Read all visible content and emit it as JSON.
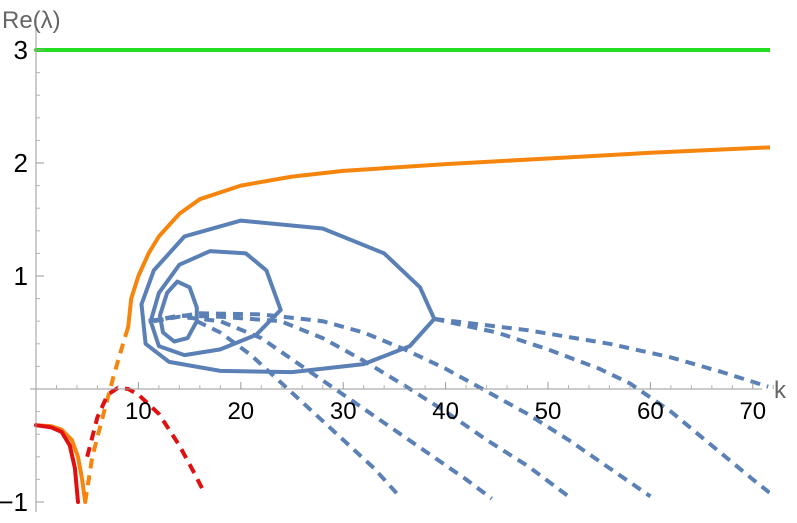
{
  "chart_data": {
    "type": "line",
    "xlabel": "k",
    "ylabel": "Re(λ)",
    "xlim": [
      0,
      72
    ],
    "ylim": [
      -1,
      3
    ],
    "x_ticks": [
      10,
      20,
      30,
      40,
      50,
      60,
      70
    ],
    "y_ticks": [
      -1,
      1,
      2,
      3
    ],
    "grid": false,
    "legend": "none",
    "series": [
      {
        "color": "#22dd22",
        "style": "solid",
        "points": [
          [
            0,
            3
          ],
          [
            72,
            3
          ]
        ]
      },
      {
        "color": "#f6850d",
        "style": "solid",
        "points": [
          [
            9.0,
            0.55
          ],
          [
            9.3,
            0.8
          ],
          [
            10,
            1.0
          ],
          [
            11,
            1.2
          ],
          [
            12,
            1.35
          ],
          [
            14,
            1.55
          ],
          [
            16,
            1.68
          ],
          [
            20,
            1.8
          ],
          [
            25,
            1.88
          ],
          [
            30,
            1.93
          ],
          [
            40,
            1.99
          ],
          [
            50,
            2.04
          ],
          [
            60,
            2.09
          ],
          [
            72,
            2.14
          ]
        ]
      },
      {
        "color": "#f6850d",
        "style": "solid",
        "points": [
          [
            0,
            -0.32
          ],
          [
            1.5,
            -0.33
          ],
          [
            2.5,
            -0.36
          ],
          [
            3.5,
            -0.45
          ],
          [
            4.1,
            -0.6
          ],
          [
            4.5,
            -0.8
          ],
          [
            4.8,
            -1.0
          ]
        ]
      },
      {
        "color": "#f6850d",
        "style": "dashed",
        "points": [
          [
            4.8,
            -1.0
          ],
          [
            5.5,
            -0.6
          ],
          [
            6.5,
            -0.25
          ],
          [
            7.6,
            0.12
          ],
          [
            8.5,
            0.4
          ],
          [
            9.0,
            0.55
          ]
        ]
      },
      {
        "color": "#e01010",
        "style": "solid",
        "points": [
          [
            0,
            -0.32
          ],
          [
            1.5,
            -0.34
          ],
          [
            2.5,
            -0.38
          ],
          [
            3.3,
            -0.5
          ],
          [
            3.8,
            -0.7
          ],
          [
            4.1,
            -1.0
          ]
        ]
      },
      {
        "color": "#e01010",
        "style": "dashed",
        "points": [
          [
            5.0,
            -0.6
          ],
          [
            6.0,
            -0.25
          ],
          [
            7.0,
            -0.05
          ],
          [
            8.0,
            0.01
          ],
          [
            9.0,
            0.0
          ],
          [
            10.0,
            -0.05
          ],
          [
            12.0,
            -0.22
          ],
          [
            14.0,
            -0.5
          ],
          [
            15.5,
            -0.75
          ],
          [
            16.5,
            -0.93
          ]
        ]
      },
      {
        "color": "#5b80b5",
        "style": "solid",
        "points": [
          [
            15.7,
            0.72
          ],
          [
            15.0,
            0.9
          ],
          [
            13.8,
            0.95
          ],
          [
            12.8,
            0.85
          ],
          [
            12.1,
            0.65
          ],
          [
            12.4,
            0.5
          ],
          [
            13.5,
            0.42
          ],
          [
            14.8,
            0.45
          ],
          [
            15.7,
            0.6
          ],
          [
            15.7,
            0.72
          ]
        ]
      },
      {
        "color": "#5b80b5",
        "style": "solid",
        "points": [
          [
            23.9,
            0.7
          ],
          [
            22.5,
            1.05
          ],
          [
            20.5,
            1.2
          ],
          [
            17.0,
            1.22
          ],
          [
            14.0,
            1.1
          ],
          [
            12.0,
            0.85
          ],
          [
            11.2,
            0.6
          ],
          [
            12.0,
            0.38
          ],
          [
            14.5,
            0.3
          ],
          [
            18.0,
            0.35
          ],
          [
            21.5,
            0.48
          ],
          [
            23.9,
            0.7
          ]
        ]
      },
      {
        "color": "#5b80b5",
        "style": "solid",
        "points": [
          [
            38.9,
            0.62
          ],
          [
            37.5,
            0.9
          ],
          [
            34.0,
            1.2
          ],
          [
            28.0,
            1.42
          ],
          [
            20.0,
            1.49
          ],
          [
            14.5,
            1.35
          ],
          [
            11.5,
            1.05
          ],
          [
            10.3,
            0.75
          ],
          [
            10.7,
            0.4
          ],
          [
            13.0,
            0.24
          ],
          [
            18.0,
            0.16
          ],
          [
            25.0,
            0.15
          ],
          [
            32.0,
            0.22
          ],
          [
            36.5,
            0.38
          ],
          [
            38.9,
            0.62
          ]
        ]
      },
      {
        "color": "#5b80b5",
        "style": "dashed",
        "points": [
          [
            15.7,
            0.6
          ],
          [
            18.0,
            0.5
          ],
          [
            21.0,
            0.3
          ],
          [
            24.0,
            0.05
          ],
          [
            27.0,
            -0.2
          ],
          [
            30.0,
            -0.45
          ],
          [
            33.0,
            -0.7
          ],
          [
            35.5,
            -0.95
          ]
        ]
      },
      {
        "color": "#5b80b5",
        "style": "dashed",
        "points": [
          [
            11.5,
            0.6
          ],
          [
            14.0,
            0.64
          ],
          [
            18.0,
            0.6
          ],
          [
            22.0,
            0.45
          ],
          [
            26.0,
            0.2
          ],
          [
            30.0,
            -0.05
          ],
          [
            34.0,
            -0.3
          ],
          [
            38.0,
            -0.55
          ],
          [
            42.0,
            -0.8
          ],
          [
            44.5,
            -0.97
          ]
        ]
      },
      {
        "color": "#5b80b5",
        "style": "dashed",
        "points": [
          [
            11.0,
            0.6
          ],
          [
            14.0,
            0.65
          ],
          [
            18.0,
            0.64
          ],
          [
            23.9,
            0.6
          ],
          [
            28.0,
            0.45
          ],
          [
            32.0,
            0.25
          ],
          [
            36.0,
            0.03
          ],
          [
            40.0,
            -0.2
          ],
          [
            44.0,
            -0.45
          ],
          [
            48.0,
            -0.68
          ],
          [
            52.0,
            -0.95
          ]
        ]
      },
      {
        "color": "#5b80b5",
        "style": "dashed",
        "points": [
          [
            11.0,
            0.6
          ],
          [
            16.0,
            0.67
          ],
          [
            22.0,
            0.66
          ],
          [
            28.0,
            0.6
          ],
          [
            32.0,
            0.5
          ],
          [
            36.0,
            0.35
          ],
          [
            40.0,
            0.18
          ],
          [
            44.0,
            -0.02
          ],
          [
            48.0,
            -0.22
          ],
          [
            52.0,
            -0.45
          ],
          [
            56.0,
            -0.7
          ],
          [
            60.0,
            -0.95
          ]
        ]
      },
      {
        "color": "#5b80b5",
        "style": "dashed",
        "points": [
          [
            38.9,
            0.62
          ],
          [
            45.0,
            0.5
          ],
          [
            50.0,
            0.35
          ],
          [
            55.0,
            0.18
          ],
          [
            58.0,
            0.05
          ],
          [
            62.0,
            -0.2
          ],
          [
            66.0,
            -0.5
          ],
          [
            70.0,
            -0.8
          ],
          [
            72.5,
            -0.98
          ]
        ]
      },
      {
        "color": "#5b80b5",
        "style": "dashed",
        "points": [
          [
            38.9,
            0.62
          ],
          [
            48.0,
            0.52
          ],
          [
            56.0,
            0.4
          ],
          [
            62.0,
            0.28
          ],
          [
            67.0,
            0.15
          ],
          [
            71.5,
            0.02
          ]
        ]
      }
    ]
  }
}
